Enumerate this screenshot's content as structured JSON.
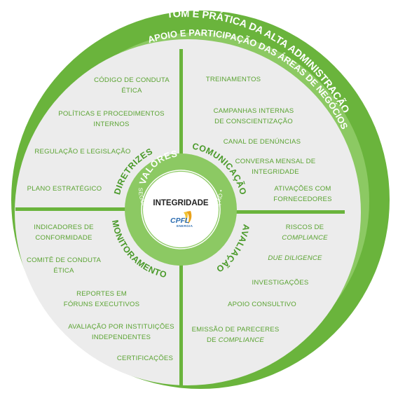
{
  "outer_ring": {
    "text": "TOM E PRÁTICA DA ALTA ADMINISTRAÇÃO",
    "color": "#6ab43c"
  },
  "second_ring": {
    "text": "APOIO E PARTICIPAÇÃO DAS ÁREAS DE NEGÓCIOS",
    "color": "#8cc963"
  },
  "colors": {
    "quadrant_bg": "#ececec",
    "divider": "#6ab43c",
    "item_text": "#5aa332",
    "values_ring": "#8cc963",
    "center_bg": "#ffffff"
  },
  "pillars": {
    "diretrizes": "DIRETRIZES",
    "comunicacao": "COMUNICAÇÃO",
    "avaliacao": "AVALIAÇÃO",
    "monitoramento": "MONITORAMENTO"
  },
  "values": {
    "title": "VALORES",
    "words": "SEGURANÇA • INOVAÇÃO • COLABORAÇÃO • EXCELÊNCIA"
  },
  "center": {
    "title": "INTEGRIDADE",
    "logo": "CPFL",
    "logo_sub": "ENERGIA"
  },
  "quadrants": {
    "top_left": [
      [
        "CÓDIGO DE CONDUTA",
        "ÉTICA"
      ],
      [
        "POLÍTICAS E PROCEDIMENTOS",
        "INTERNOS"
      ],
      [
        "REGULAÇÃO E  LEGISLAÇÃO"
      ],
      [
        "PLANO ESTRATÉGICO"
      ]
    ],
    "top_right": [
      [
        "TREINAMENTOS"
      ],
      [
        "CAMPANHAS INTERNAS",
        "DE CONSCIENTIZAÇÃO"
      ],
      [
        "CANAL DE DENÚNCIAS"
      ],
      [
        "CONVERSA MENSAL DE",
        "INTEGRIDADE"
      ],
      [
        "ATIVAÇÕES COM",
        "FORNECEDORES"
      ]
    ],
    "bottom_left": [
      [
        "INDICADORES DE",
        "CONFORMIDADE"
      ],
      [
        "COMITÊ DE CONDUTA",
        "ÉTICA"
      ],
      [
        "REPORTES EM",
        "FÓRUNS EXECUTIVOS"
      ],
      [
        "AVALIAÇÃO POR INSTITUIÇÕES",
        "INDEPENDENTES"
      ],
      [
        "CERTIFICAÇÕES"
      ]
    ],
    "bottom_right": [
      [
        "RISCOS DE",
        "COMPLIANCE"
      ],
      [
        "DUE DILIGENCE"
      ],
      [
        "INVESTIGAÇÕES"
      ],
      [
        "APOIO CONSULTIVO"
      ],
      [
        "EMISSÃO DE PARECERES",
        "DE COMPLIANCE"
      ]
    ]
  }
}
